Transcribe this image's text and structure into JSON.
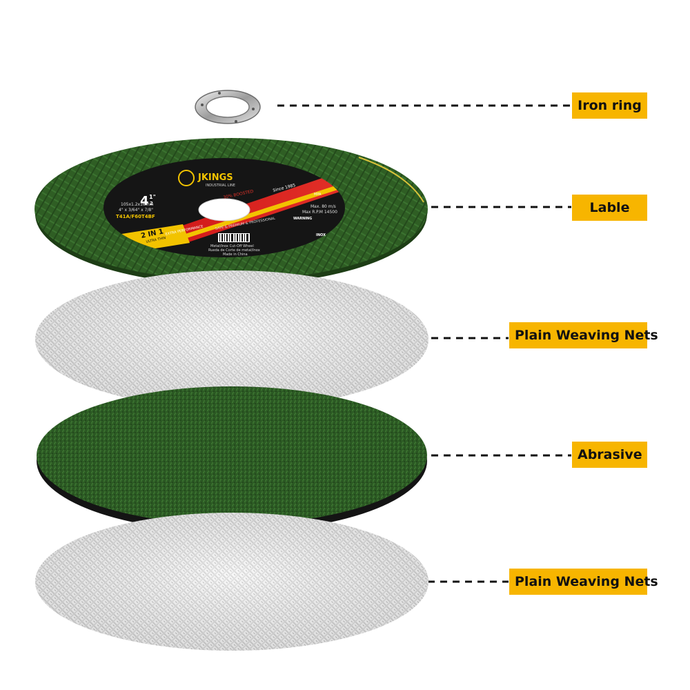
{
  "layers": [
    {
      "id": "iron-ring",
      "label": "Iron ring"
    },
    {
      "id": "lable",
      "label": "Lable"
    },
    {
      "id": "plain-weaving-nets-top",
      "label": "Plain Weaving Nets"
    },
    {
      "id": "abrasive",
      "label": "Abrasive"
    },
    {
      "id": "plain-weaving-nets-bottom",
      "label": "Plain Weaving Nets"
    }
  ],
  "disc_label": {
    "brand": "JKINGS",
    "brand_sub": "INDUSTRIAL LINE",
    "size": "4",
    "size_frac": "1\"",
    "size_den": "2",
    "spec_mm": "105x1.2x16mm",
    "spec_in": "4\" x 3/64\" x 7/8\"",
    "model": "T41A/F60T4BF",
    "boosted": "30% BOOSTED",
    "since": "Since 1985",
    "two_in_one": "2 IN 1",
    "ultra_thin": "ULTRA THIN",
    "performance": "EXTRA PERFORMANCE",
    "safe": "SAFE & PREMIUM & PROFESSIONAL",
    "max_speed": "Max. 80 m/s",
    "max_rpm": "Max R.P.M 14500",
    "warning": "WARNING",
    "inox": "INOX",
    "use1": "Metal/Inox Cut-Off Wheel",
    "use2": "Rueda de Corte de metal/Inox",
    "made": "Made in China",
    "mpa": "MPA"
  },
  "colors": {
    "label_bg": "#f7b500",
    "disc_green": "#2e5a22",
    "abrasive_green": "#2c5a24",
    "net_white": "#f2f2f2",
    "label_red": "#d11a1a"
  }
}
